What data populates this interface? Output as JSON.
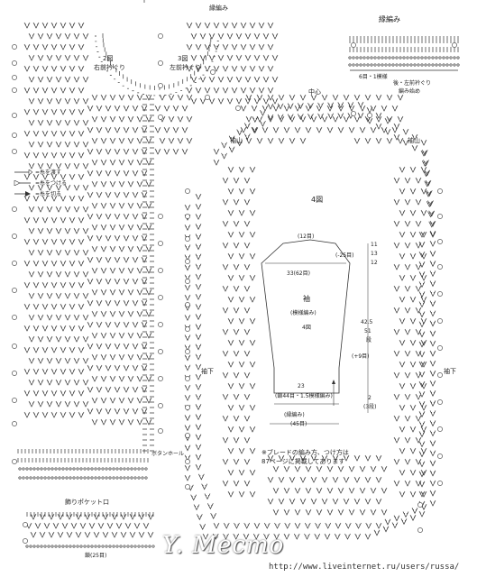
{
  "labels": {
    "fig2": "2図",
    "right_front_neck": "右前衿ぐり",
    "fig3": "3図",
    "left_front_neck": "左前衿ぐり",
    "edge_top": "縁編み",
    "edge_title": "縁編み",
    "rows_note": "6目・1模様",
    "pattern_note": "後・左前衿ぐり",
    "start_note": "編み始め",
    "center": "中心",
    "sleeve_cap_l": "袖山",
    "sleeve_cap_r": "袖山",
    "fig4": "4図",
    "underarm_l": "袖下",
    "underarm_r": "袖下",
    "buttonhole": "ボタンホール",
    "pocket": "飾りポケット口",
    "pocket_count": "鎖(25目)"
  },
  "legend": [
    {
      "label": "=糸を渡す"
    },
    {
      "label": "=糸をつける"
    },
    {
      "label": "=糸を切る"
    }
  ],
  "schematic": {
    "top": "(12目)",
    "top_side": "(-25目)",
    "width_top": "33(62目)",
    "name": "袖",
    "stitch": "(模様編み)",
    "fig": "4図",
    "bottom_width": "23",
    "bottom_detail": "(鎖44目・1.5模様編み)",
    "bottom_edge": "(縁編み)",
    "bottom_total": "(45目)",
    "side_rows": "(+9目)",
    "height_main": "42.5",
    "height_sub": "51",
    "height_rows": "段",
    "r11": "11",
    "r13": "13",
    "r12": "12",
    "bottom_small": "2",
    "bottom_small_rows": "(3段)"
  },
  "note": [
    "※ブレードの編み方、つけ方は",
    "87ページに掲載してあります"
  ],
  "watermark": "Y. Mecmo",
  "url": "http://www.liveinternet.ru/users/russa/"
}
